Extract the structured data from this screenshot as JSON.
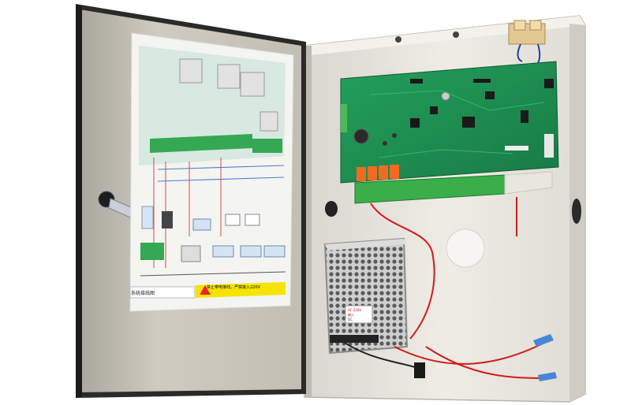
{
  "scene": {
    "subject": "wall-mounted alarm control panel enclosure with open door",
    "colors": {
      "background": "#ffffff",
      "enclosure": "#e7e5de",
      "door": "#c9c6bc",
      "door_frame": "#2b2b2b",
      "pcb": "#1e8f53",
      "terminal_green": "#3fae4a",
      "relay_orange": "#f06a1e",
      "wire_red": "#d21b1b",
      "psu_mesh": "#bdbdbd"
    }
  },
  "labels": {
    "diagram_title": "系统接线图",
    "warning": "禁止带电接线，严禁接入220V",
    "psu_line1": "AC 220V",
    "psu_line2": "输入",
    "psu_line3": "DC"
  }
}
